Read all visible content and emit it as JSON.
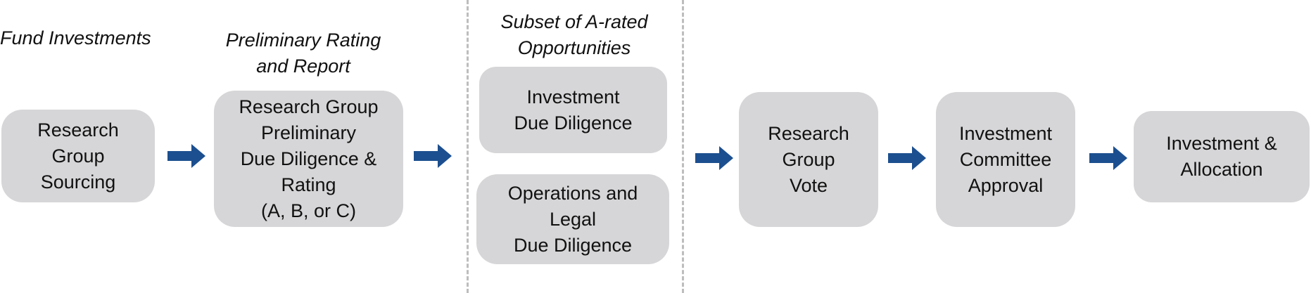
{
  "colors": {
    "box_fill": "#d6d6d8",
    "arrow": "#1c4f8f",
    "dashed_border": "#bdbdbd",
    "text": "#111111"
  },
  "captions": {
    "fund_investments": "Fund Investments",
    "preliminary_rating": [
      "Preliminary Rating",
      "and Report"
    ],
    "subset": [
      "Subset of A-rated",
      "Opportunities"
    ]
  },
  "steps": {
    "sourcing": [
      "Research",
      "Group",
      "Sourcing"
    ],
    "preliminary": [
      "Research Group",
      "Preliminary",
      "Due Diligence &",
      "Rating",
      "(A, B, or C)"
    ],
    "investment_dd": [
      "Investment",
      "Due Diligence"
    ],
    "operations_dd": [
      "Operations and",
      "Legal",
      "Due Diligence"
    ],
    "vote": [
      "Research",
      "Group",
      "Vote"
    ],
    "committee": [
      "Investment",
      "Committee",
      "Approval"
    ],
    "allocation": [
      "Investment &",
      "Allocation"
    ]
  },
  "icons": {
    "arrow": "right-arrow-icon"
  }
}
